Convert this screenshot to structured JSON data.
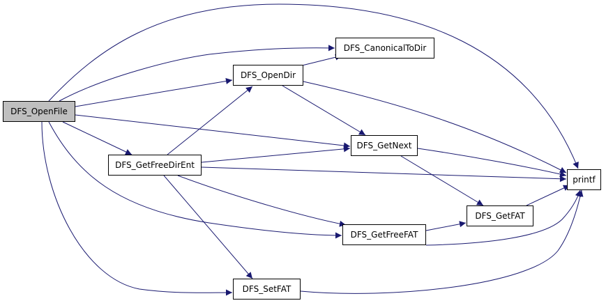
{
  "graph": {
    "current_node": "DFS_OpenFile",
    "nodes": {
      "openfile": "DFS_OpenFile",
      "canonical": "DFS_CanonicalToDir",
      "opendir": "DFS_OpenDir",
      "getnext": "DFS_GetNext",
      "getfreedirent": "DFS_GetFreeDirEnt",
      "printf": "printf",
      "getfat": "DFS_GetFAT",
      "getfreefat": "DFS_GetFreeFAT",
      "setfat": "DFS_SetFAT"
    },
    "edges": [
      {
        "from": "DFS_OpenFile",
        "to": "printf"
      },
      {
        "from": "DFS_OpenFile",
        "to": "DFS_CanonicalToDir"
      },
      {
        "from": "DFS_OpenFile",
        "to": "DFS_OpenDir"
      },
      {
        "from": "DFS_OpenFile",
        "to": "DFS_GetNext"
      },
      {
        "from": "DFS_OpenFile",
        "to": "DFS_GetFreeDirEnt"
      },
      {
        "from": "DFS_OpenFile",
        "to": "DFS_GetFreeFAT"
      },
      {
        "from": "DFS_OpenFile",
        "to": "DFS_SetFAT"
      },
      {
        "from": "DFS_OpenDir",
        "to": "DFS_CanonicalToDir"
      },
      {
        "from": "DFS_OpenDir",
        "to": "DFS_GetNext"
      },
      {
        "from": "DFS_OpenDir",
        "to": "printf"
      },
      {
        "from": "DFS_GetFreeDirEnt",
        "to": "DFS_OpenDir"
      },
      {
        "from": "DFS_GetFreeDirEnt",
        "to": "DFS_GetNext"
      },
      {
        "from": "DFS_GetFreeDirEnt",
        "to": "printf"
      },
      {
        "from": "DFS_GetFreeDirEnt",
        "to": "DFS_GetFreeFAT"
      },
      {
        "from": "DFS_GetFreeDirEnt",
        "to": "DFS_SetFAT"
      },
      {
        "from": "DFS_GetNext",
        "to": "printf"
      },
      {
        "from": "DFS_GetNext",
        "to": "DFS_GetFAT"
      },
      {
        "from": "DFS_GetFAT",
        "to": "printf"
      },
      {
        "from": "DFS_GetFreeFAT",
        "to": "DFS_GetFAT"
      },
      {
        "from": "DFS_GetFreeFAT",
        "to": "printf"
      },
      {
        "from": "DFS_SetFAT",
        "to": "printf"
      }
    ]
  },
  "colors": {
    "edge": "#191970",
    "node_border": "#000000",
    "node_fill": "#ffffff",
    "current_fill": "#bfbfbf"
  }
}
